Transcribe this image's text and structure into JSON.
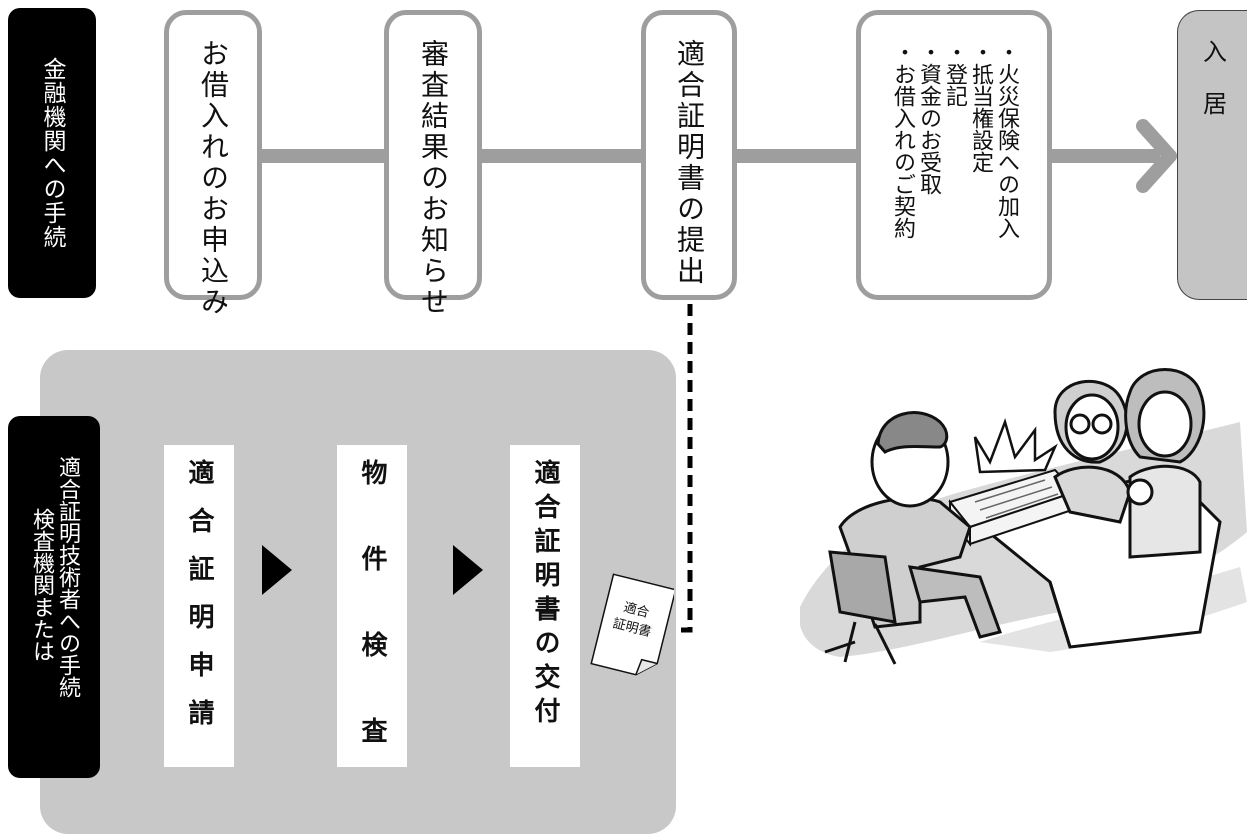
{
  "top_flow": {
    "section_label": "金融機関への手続",
    "steps": [
      {
        "label": "お借入れのお申込み"
      },
      {
        "label": "審査結果のお知らせ"
      },
      {
        "label": "適合証明書の提出"
      },
      {
        "lines": [
          "・火災保険への加入",
          "・抵当権設定",
          "・登記",
          "・資金のお受取",
          "・お借入れのご契約"
        ]
      }
    ],
    "final_step": "入居"
  },
  "bottom_flow": {
    "section_label_col1": "適合証明技術者への手続",
    "section_label_col2": "検査機関または",
    "steps": [
      {
        "label": "適合証明申請"
      },
      {
        "label": "物件検査"
      },
      {
        "label": "適合証明書の交付"
      }
    ],
    "document_icon": {
      "line1": "適合",
      "line2": "証明書"
    }
  },
  "colors": {
    "label_bg": "#000000",
    "connector": "#9e9e9e",
    "panel_bg": "#c8c8c8",
    "final_bg": "#c4c4c4"
  },
  "illustration": "meeting-illustration"
}
